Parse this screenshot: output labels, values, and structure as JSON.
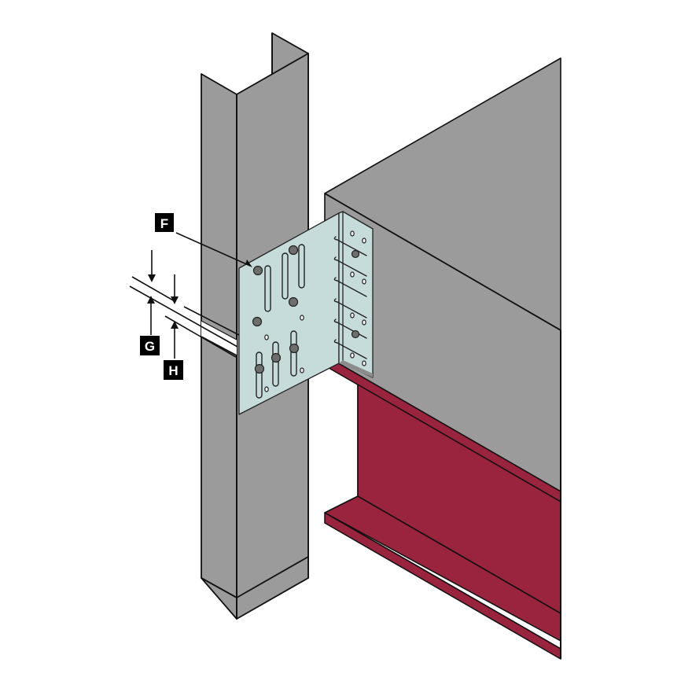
{
  "diagram": {
    "type": "isometric technical illustration",
    "subject": "Steel stud column with slotted connector plate attached to a concrete slab and steel beam",
    "components": {
      "column": {
        "name": "cold-formed steel stud column",
        "color": "#9b9b9b"
      },
      "slab": {
        "name": "concrete slab / floor edge",
        "color": "#9b9b9b"
      },
      "beam": {
        "name": "steel beam (wide flange)",
        "color": "#9a233d"
      },
      "connector": {
        "name": "slotted angle connector plate",
        "color": "#c6dcdb"
      }
    },
    "callouts": [
      {
        "id": "F",
        "label": "F",
        "meaning": "Connector plate fastener point"
      },
      {
        "id": "G",
        "label": "G",
        "meaning": "Dimension G (gap arrows)"
      },
      {
        "id": "H",
        "label": "H",
        "meaning": "Dimension H (gap arrows)"
      }
    ],
    "colors": {
      "outline": "#111111",
      "steel_gray": "#9b9b9b",
      "beam_red": "#9a233d",
      "plate_blue": "#c6dcdb",
      "label_bg": "#000000",
      "label_text": "#ffffff"
    }
  }
}
